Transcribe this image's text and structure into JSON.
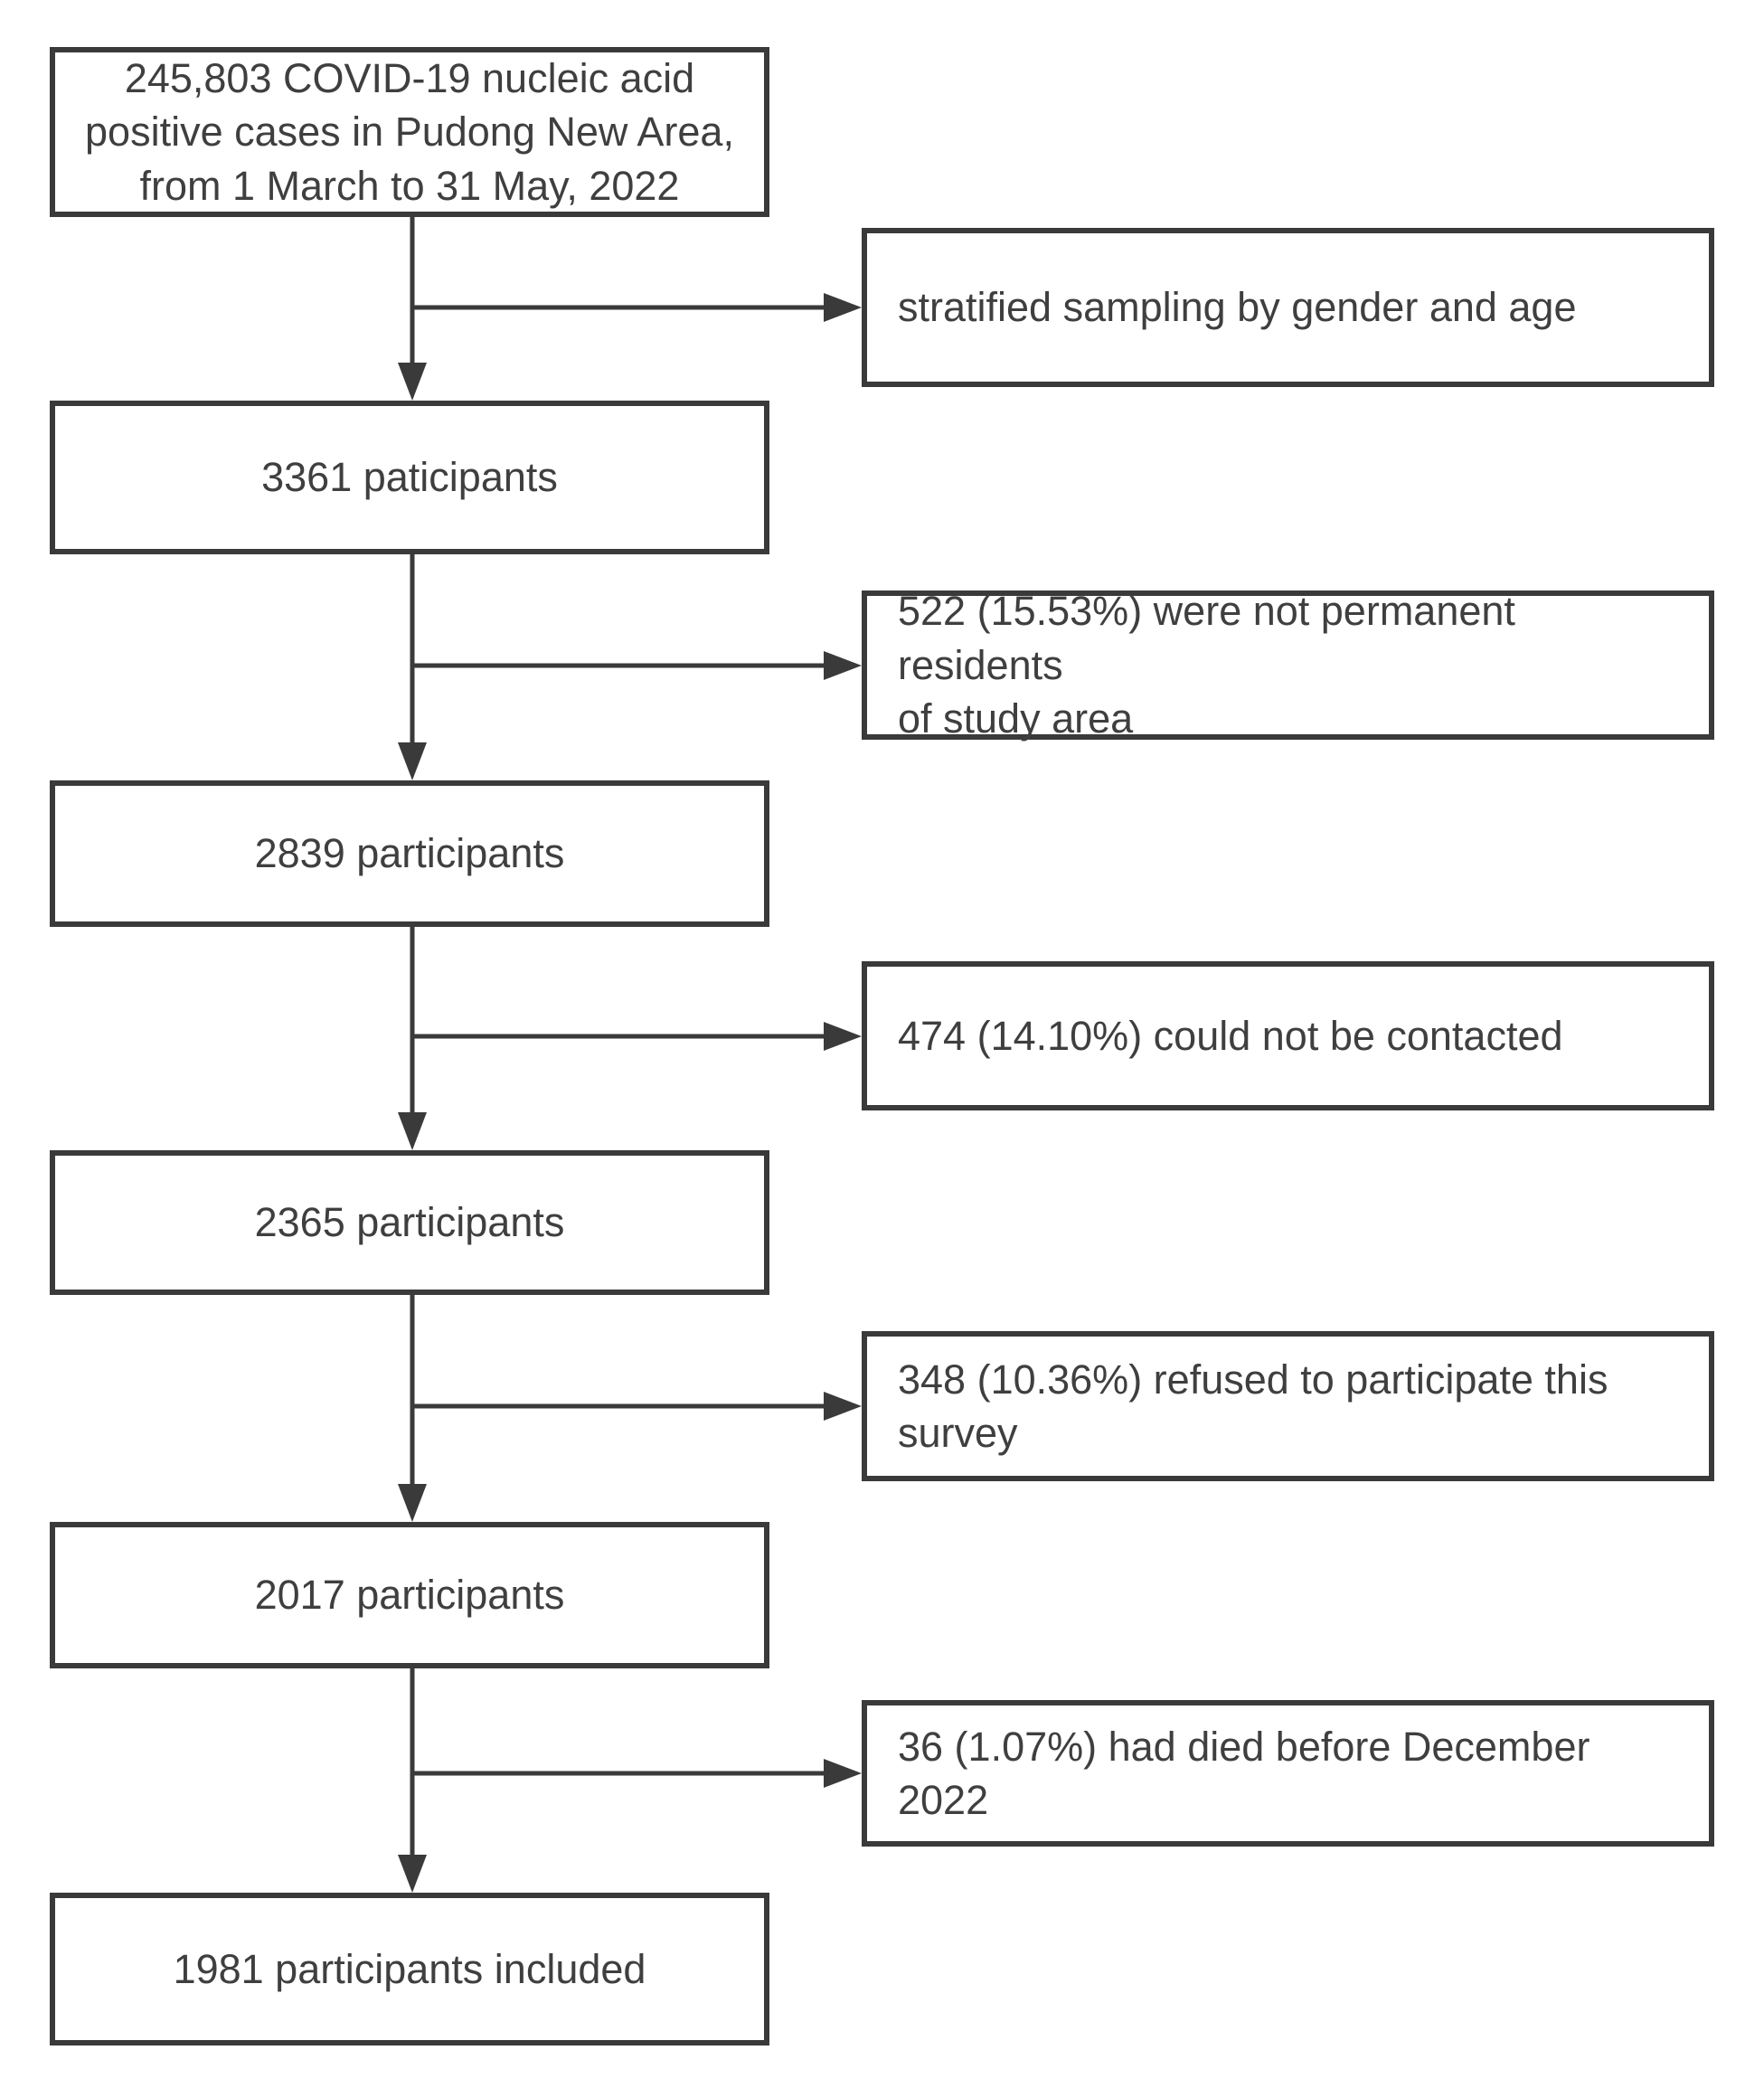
{
  "diagram": {
    "title": "Participant selection flowchart",
    "colors": {
      "border": "#3a3a3a",
      "text": "#3f3f3f",
      "arrow": "#3a3a3a",
      "background": "#ffffff"
    },
    "main_boxes": [
      {
        "text": "245,803 COVID-19 nucleic acid\npositive cases in Pudong New Area,\nfrom 1 March to 31 May, 2022"
      },
      {
        "text": "3361 paticipants"
      },
      {
        "text": "2839 participants"
      },
      {
        "text": "2365 participants"
      },
      {
        "text": "2017 participants"
      },
      {
        "text": "1981 participants included"
      }
    ],
    "side_boxes": [
      {
        "text": "stratified sampling by gender and age"
      },
      {
        "text": "522 (15.53%) were not permanent residents\nof study area"
      },
      {
        "text": "474 (14.10%) could not be contacted"
      },
      {
        "text": "348 (10.36%) refused to participate this\nsurvey"
      },
      {
        "text": "36 (1.07%) had died before December 2022"
      }
    ]
  }
}
